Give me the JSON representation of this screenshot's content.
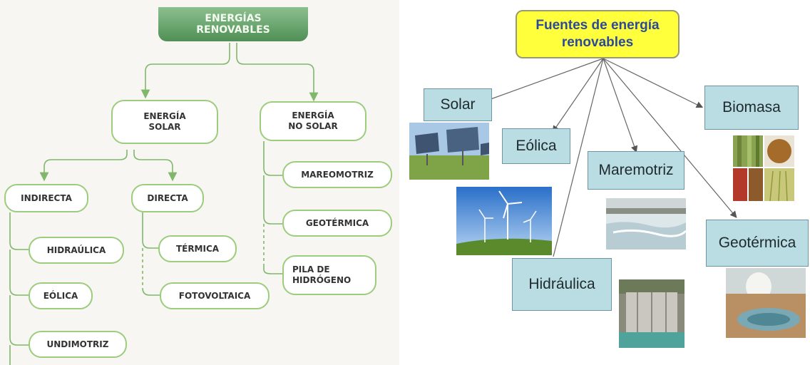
{
  "left_map": {
    "root": {
      "line1": "ENERGÍAS",
      "line2": "RENOVABLES"
    },
    "solar": {
      "line1": "ENERGÍA",
      "line2": "SOLAR"
    },
    "no_solar": {
      "line1": "ENERGÍA",
      "line2": "NO SOLAR"
    },
    "indirecta": "INDIRECTA",
    "directa": "DIRECTA",
    "hidraulica": "HIDRAÚLICA",
    "eolica": "EÓLICA",
    "undimotriz": "UNDIMOTRIZ",
    "termica": "TÉRMICA",
    "fotovoltaica": "FOTOVOLTAICA",
    "mareomotriz": "MAREOMOTRIZ",
    "geotermica": "GEOTÉRMICA",
    "pila": {
      "line1": "PILA DE",
      "line2": "HIDRÓGENO"
    }
  },
  "right_map": {
    "title": {
      "line1": "Fuentes de energía",
      "line2": "renovables"
    },
    "solar": "Solar",
    "eolica": "Eólica",
    "maremotriz": "Maremotriz",
    "biomasa": "Biomasa",
    "geotermica": "Geotérmica",
    "hidraulica": "Hidráulica"
  },
  "colors": {
    "left_accent": "#7fb86a",
    "right_title_bg": "#ffff3b",
    "right_title_text": "#2c4a9c",
    "right_box_bg": "#b9dde3"
  }
}
